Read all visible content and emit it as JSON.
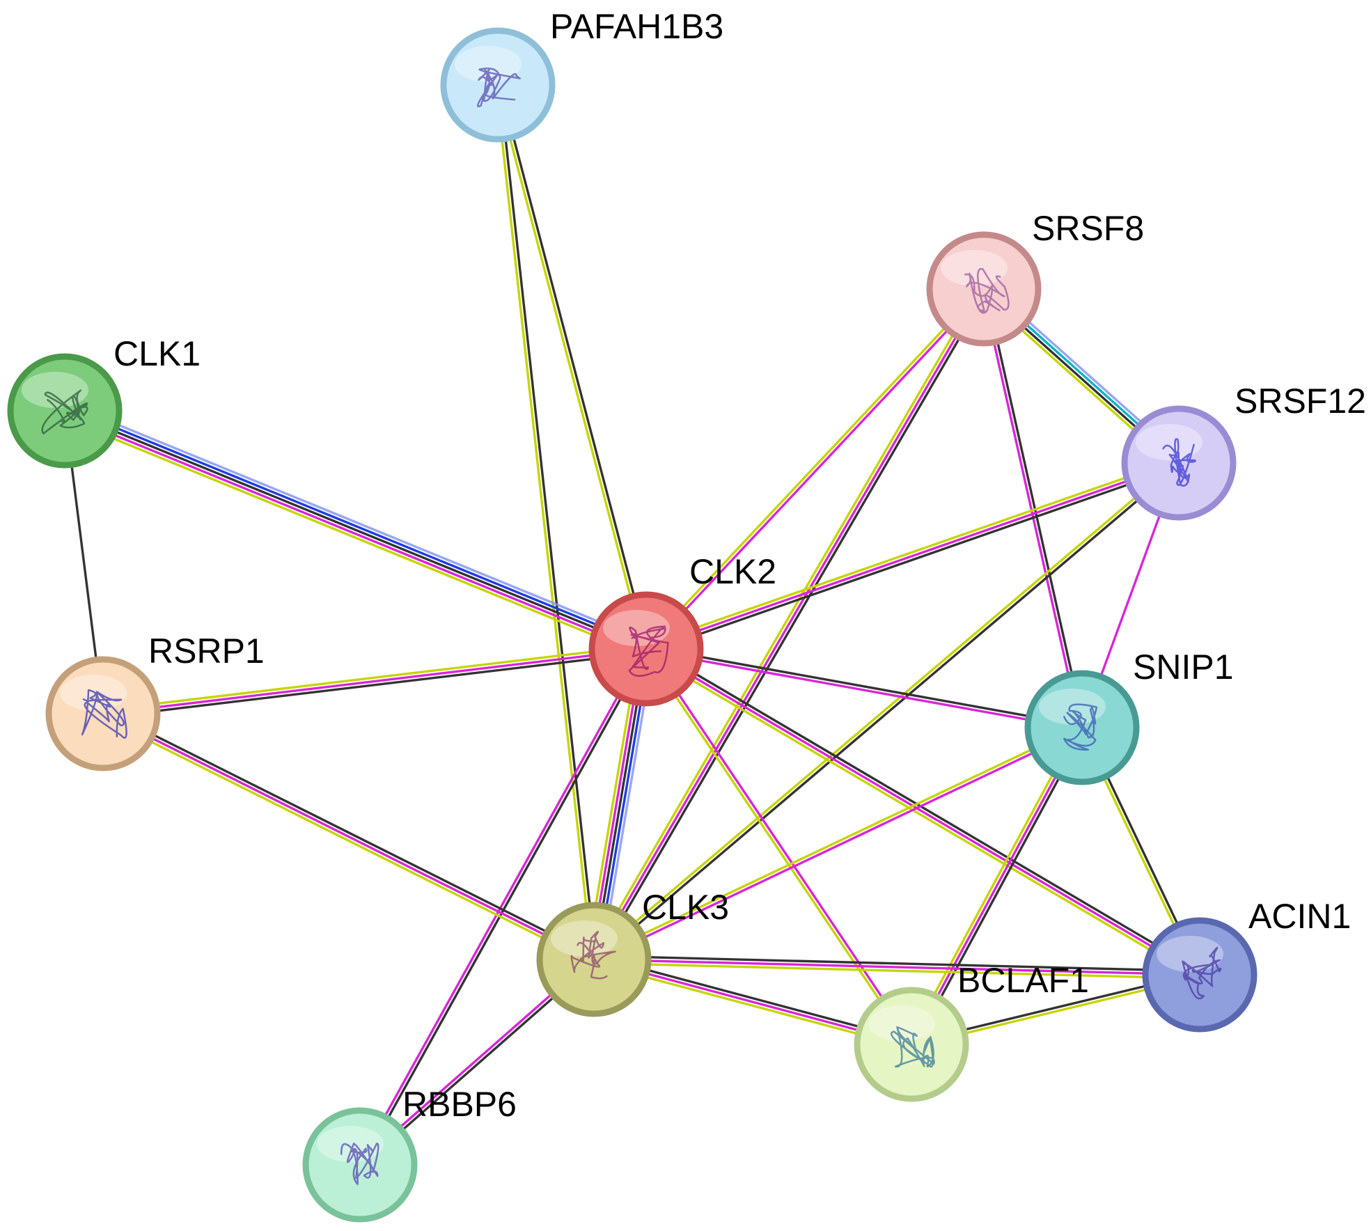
{
  "evidence_colors": {
    "coexpression": "#333333",
    "textmining": "#c5d500",
    "experiments": "#d925d9",
    "databases": "#1e3ce6",
    "gene_fusion": "#8090f0",
    "curated": "#00b4c8"
  },
  "nodes": [
    {
      "id": "PAFAH1B3",
      "label": "PAFAH1B3",
      "fill": "#c9e9fb",
      "stroke": "#8fbfd8",
      "struct": "#5a4fb0"
    },
    {
      "id": "SRSF8",
      "label": "SRSF8",
      "fill": "#f7cfcf",
      "stroke": "#c48a8a",
      "struct": "#9a5aa0"
    },
    {
      "id": "CLK1",
      "label": "CLK1",
      "fill": "#7ccc7c",
      "stroke": "#4a9a4a",
      "struct": "#2d5a3a"
    },
    {
      "id": "SRSF12",
      "label": "SRSF12",
      "fill": "#d6cdf7",
      "stroke": "#9a8cd4",
      "struct": "#3a3ad0"
    },
    {
      "id": "CLK2",
      "label": "CLK2",
      "fill": "#f07a7a",
      "stroke": "#c94a4a",
      "struct": "#9a1a6a"
    },
    {
      "id": "RSRP1",
      "label": "RSRP1",
      "fill": "#fbdcbd",
      "stroke": "#c4a07a",
      "struct": "#3a3ab0"
    },
    {
      "id": "SNIP1",
      "label": "SNIP1",
      "fill": "#8ad8d4",
      "stroke": "#4a9a94",
      "struct": "#3a5ab0"
    },
    {
      "id": "CLK3",
      "label": "CLK3",
      "fill": "#d6d58e",
      "stroke": "#9a9a5a",
      "struct": "#8a4a6a"
    },
    {
      "id": "ACIN1",
      "label": "ACIN1",
      "fill": "#8f9edd",
      "stroke": "#5a68b0",
      "struct": "#4a3aa0"
    },
    {
      "id": "BCLAF1",
      "label": "BCLAF1",
      "fill": "#e5f5c4",
      "stroke": "#b4cc8a",
      "struct": "#3a7a9a"
    },
    {
      "id": "RBBP6",
      "label": "RBBP6",
      "fill": "#bbf0d6",
      "stroke": "#7ac29a",
      "struct": "#5a4ab0"
    }
  ],
  "edges": [
    {
      "source": "PAFAH1B3",
      "target": "CLK2",
      "evidence": [
        "coexpression",
        "textmining"
      ]
    },
    {
      "source": "PAFAH1B3",
      "target": "CLK3",
      "evidence": [
        "coexpression",
        "textmining"
      ]
    },
    {
      "source": "CLK1",
      "target": "RSRP1",
      "evidence": [
        "coexpression"
      ]
    },
    {
      "source": "CLK1",
      "target": "CLK2",
      "evidence": [
        "gene_fusion",
        "databases",
        "coexpression",
        "experiments",
        "textmining"
      ]
    },
    {
      "source": "SRSF8",
      "target": "CLK2",
      "evidence": [
        "experiments",
        "textmining"
      ]
    },
    {
      "source": "SRSF8",
      "target": "CLK3",
      "evidence": [
        "coexpression",
        "experiments",
        "textmining"
      ]
    },
    {
      "source": "SRSF8",
      "target": "SRSF12",
      "evidence": [
        "gene_fusion",
        "curated",
        "coexpression",
        "textmining"
      ]
    },
    {
      "source": "SRSF8",
      "target": "SNIP1",
      "evidence": [
        "coexpression",
        "experiments"
      ]
    },
    {
      "source": "SRSF12",
      "target": "CLK2",
      "evidence": [
        "coexpression",
        "experiments",
        "textmining"
      ]
    },
    {
      "source": "SRSF12",
      "target": "CLK3",
      "evidence": [
        "coexpression",
        "textmining"
      ]
    },
    {
      "source": "SRSF12",
      "target": "SNIP1",
      "evidence": [
        "experiments"
      ]
    },
    {
      "source": "CLK2",
      "target": "RSRP1",
      "evidence": [
        "coexpression",
        "experiments",
        "textmining"
      ]
    },
    {
      "source": "CLK2",
      "target": "CLK3",
      "evidence": [
        "gene_fusion",
        "databases",
        "coexpression",
        "experiments",
        "textmining"
      ]
    },
    {
      "source": "CLK2",
      "target": "SNIP1",
      "evidence": [
        "coexpression",
        "experiments"
      ]
    },
    {
      "source": "CLK2",
      "target": "ACIN1",
      "evidence": [
        "coexpression",
        "experiments",
        "textmining"
      ]
    },
    {
      "source": "CLK2",
      "target": "BCLAF1",
      "evidence": [
        "experiments",
        "textmining"
      ]
    },
    {
      "source": "CLK2",
      "target": "RBBP6",
      "evidence": [
        "coexpression",
        "experiments"
      ]
    },
    {
      "source": "RSRP1",
      "target": "CLK3",
      "evidence": [
        "coexpression",
        "experiments",
        "textmining"
      ]
    },
    {
      "source": "SNIP1",
      "target": "CLK3",
      "evidence": [
        "experiments",
        "textmining"
      ]
    },
    {
      "source": "SNIP1",
      "target": "BCLAF1",
      "evidence": [
        "coexpression",
        "experiments",
        "textmining"
      ]
    },
    {
      "source": "SNIP1",
      "target": "ACIN1",
      "evidence": [
        "coexpression",
        "textmining"
      ]
    },
    {
      "source": "CLK3",
      "target": "ACIN1",
      "evidence": [
        "coexpression",
        "experiments",
        "textmining"
      ]
    },
    {
      "source": "CLK3",
      "target": "BCLAF1",
      "evidence": [
        "coexpression",
        "experiments",
        "textmining"
      ]
    },
    {
      "source": "CLK3",
      "target": "RBBP6",
      "evidence": [
        "coexpression",
        "experiments"
      ]
    },
    {
      "source": "BCLAF1",
      "target": "ACIN1",
      "evidence": [
        "coexpression",
        "textmining"
      ]
    }
  ]
}
